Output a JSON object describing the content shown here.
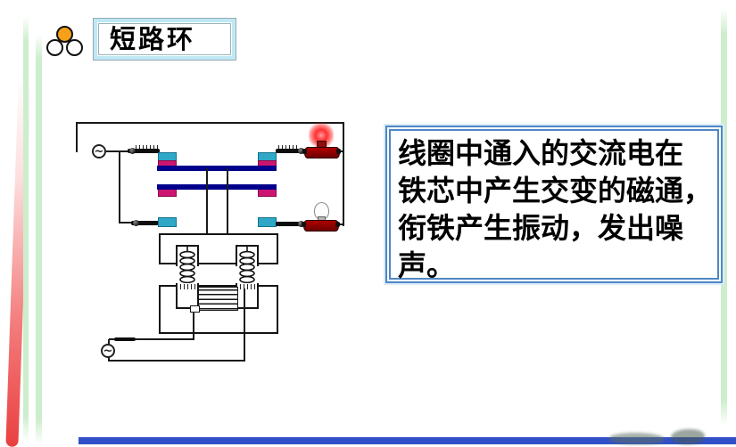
{
  "title": {
    "text": "短路环"
  },
  "explanation": {
    "lines": [
      "线圈中通入的交流电在",
      "铁芯中产生交变的磁通，",
      "衔铁产生振动，发出噪",
      "声。"
    ]
  },
  "diagram": {
    "ac_symbol": "~"
  },
  "colors": {
    "explanation_border_blue": "#4e86c4",
    "title_frame_blue": "#bfe8f4",
    "contact_cyan": "#2fa8c8",
    "contact_magenta": "#cc1470",
    "bridge_navy": "#00008b",
    "lamp_base_red": "#8d0f0f",
    "lamp_glow_red": "#ff3030",
    "strip_green": "#cdeecd",
    "strip_red": "#ea4040",
    "bottom_bar_blue": "#3150c8"
  }
}
